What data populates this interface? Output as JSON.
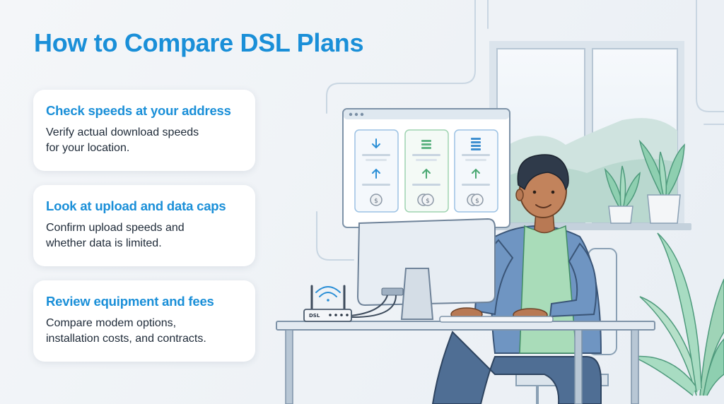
{
  "page": {
    "title": "How to Compare DSL Plans",
    "accent_color": "#1a8fd8",
    "text_color": "#1e2a38"
  },
  "cards": [
    {
      "heading": "Check speeds at your address",
      "body_line1": "Verify actual download speeds",
      "body_line2": "for your location."
    },
    {
      "heading": "Look at upload and data caps",
      "body_line1": "Confirm upload speeds and",
      "body_line2": "whether data is limited."
    },
    {
      "heading": "Review equipment and fees",
      "body_line1": "Compare modem options,",
      "body_line2": "installation costs, and contracts."
    }
  ],
  "illustration": {
    "router_label": "DSL",
    "plan_icons": [
      "download-arrow-icon",
      "upload-arrow-icon",
      "dollar-coin-icon",
      "stacked-bars-icon",
      "wifi-icon"
    ]
  }
}
